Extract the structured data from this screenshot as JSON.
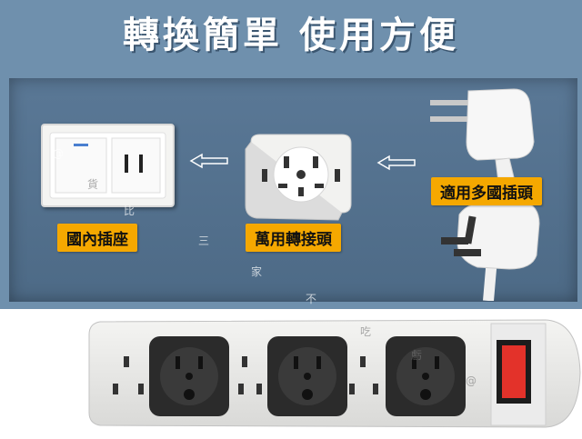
{
  "title": "轉換簡單  使用方便",
  "labels": {
    "domestic_socket": "國內插座",
    "universal_adapter": "萬用轉接頭",
    "multi_plug": "適用多國插頭"
  },
  "watermark": [
    "@",
    "貨",
    "比",
    "三",
    "家",
    "不",
    "吃",
    "虧",
    "@"
  ],
  "colors": {
    "banner": "#6f90ad",
    "panel": "#5a7896",
    "label": "#f5a800",
    "switch_red": "#e3322a"
  }
}
